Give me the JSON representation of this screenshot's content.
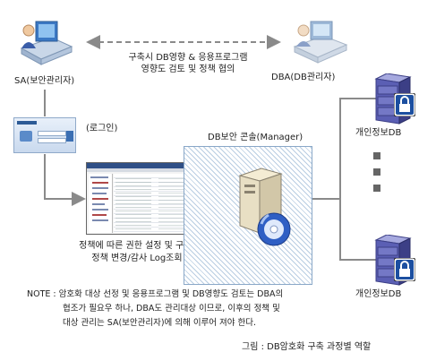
{
  "nodes": {
    "sa_label": "SA(보안관리자)",
    "dba_label": "DBA(DB관리자)",
    "login_label": "(로그인)",
    "console_label": "DB보안 콘솔(Manager)",
    "db_top_label": "개인정보DB",
    "db_bottom_label": "개인정보DB"
  },
  "edges": {
    "review_line1": "구축시 DB영향 & 응용프로그램",
    "review_line2": "영향도 검토 및 정책 협의"
  },
  "policy": {
    "line1": "정책에 따른 권한 설정 및 구축/",
    "line2": "정책 변경/감사 Log조회"
  },
  "note": {
    "line1": "NOTE : 암호화 대상 선정 및 응용프로그램 및 DB영향도 검토는 DBA의",
    "line2": "협조가 필요우 하나, DBA도 관리대상 이므로, 이후의 정책 및",
    "line3": "대상 관리는 SA(보안관리자)에 의해 이루어 져야 한다."
  },
  "caption": "그림 : DB암호화 구축 과정별 역할",
  "colors": {
    "arrow": "#8a8a8a",
    "hatch": "#b9cde2",
    "server": "#4a4fa0",
    "lock": "#1c4fa0"
  },
  "icons": {
    "sa": "admin-computer-icon",
    "dba": "admin-computer-icon",
    "console": "server-tower-icon",
    "db": "server-rack-icon",
    "lock": "lock-icon"
  }
}
